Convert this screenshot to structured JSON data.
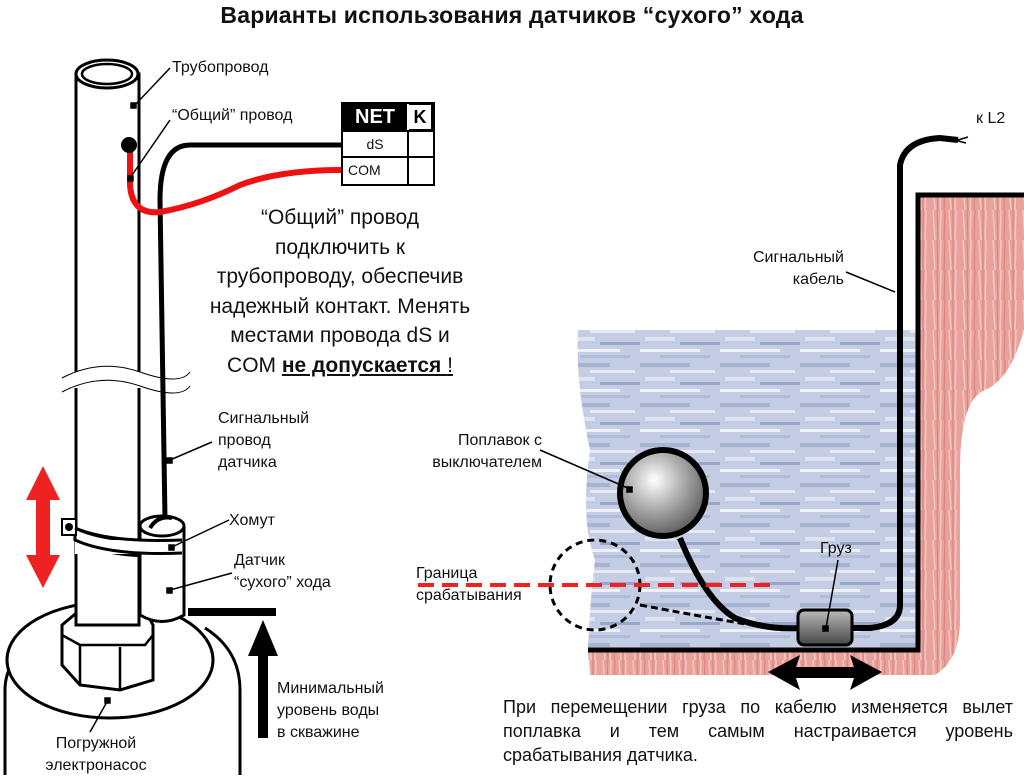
{
  "title": "Варианты использования датчиков “сухого” хода",
  "left_scheme": {
    "labels": {
      "pipeline": "Трубопровод",
      "common_wire": "“Общий” провод",
      "signal_wire": [
        "Сигнальный",
        "провод",
        "датчика"
      ],
      "clamp": "Хомут",
      "sensor": [
        "Датчик",
        "“сухого” хода"
      ],
      "min_water_level": [
        "Минимальный",
        "уровень воды",
        "в скважине"
      ],
      "pump": [
        "Погружной",
        "электронасос"
      ]
    },
    "terminal_block": {
      "header": "NET",
      "header_k": "K",
      "rows": [
        "dS",
        "COM"
      ]
    },
    "instruction": {
      "lines": [
        "“Общий” провод",
        "подключить к",
        "трубопроводу, обеспечив",
        "надежный контакт. Менять",
        "местами провода dS и"
      ],
      "last_line_prefix": "COM ",
      "warning": " не допускается ",
      "last_line_suffix": "!"
    }
  },
  "right_scheme": {
    "labels": {
      "to_l2": "к L2",
      "signal_cable": [
        "Сигнальный",
        "кабель"
      ],
      "float_switch": [
        "Поплавок с",
        "выключателем"
      ],
      "weight": "Груз",
      "trigger_boundary": [
        "Граница",
        "срабатывания"
      ]
    },
    "note": "При перемещении груза по кабелю изменяется вылет поплавка и тем самым настраивается уровень срабатывания датчика."
  },
  "colors": {
    "wire_red": "#ee1111",
    "arrow_red": "#ee2222",
    "water_blue": "#b8c4dc",
    "wall_pink": "#e89890",
    "float_gray": "#888888"
  }
}
